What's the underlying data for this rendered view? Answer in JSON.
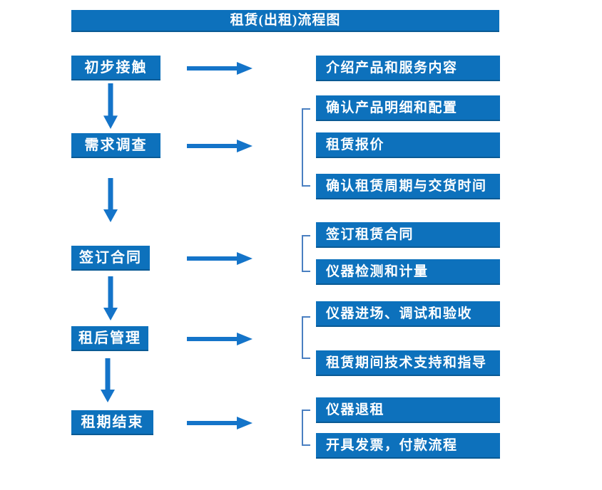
{
  "title": "租赁(出租)流程图",
  "colors": {
    "primary": "#0d71bc",
    "shade": "#0a5a94",
    "arrow": "#1474c9",
    "bracket": "#4a7fc1"
  },
  "steps": [
    {
      "label": "初步接触",
      "outputs": [
        "介绍产品和服务内容"
      ]
    },
    {
      "label": "需求调查",
      "outputs": [
        "确认产品明细和配置",
        "租赁报价",
        "确认租赁周期与交货时间"
      ]
    },
    {
      "label": "签订合同",
      "outputs": [
        "签订租赁合同",
        "仪器检测和计量"
      ]
    },
    {
      "label": "租后管理",
      "outputs": [
        "仪器进场、调试和验收",
        "租赁期间技术支持和指导"
      ]
    },
    {
      "label": "租期结束",
      "outputs": [
        "仪器退租",
        "开具发票，付款流程"
      ]
    }
  ]
}
